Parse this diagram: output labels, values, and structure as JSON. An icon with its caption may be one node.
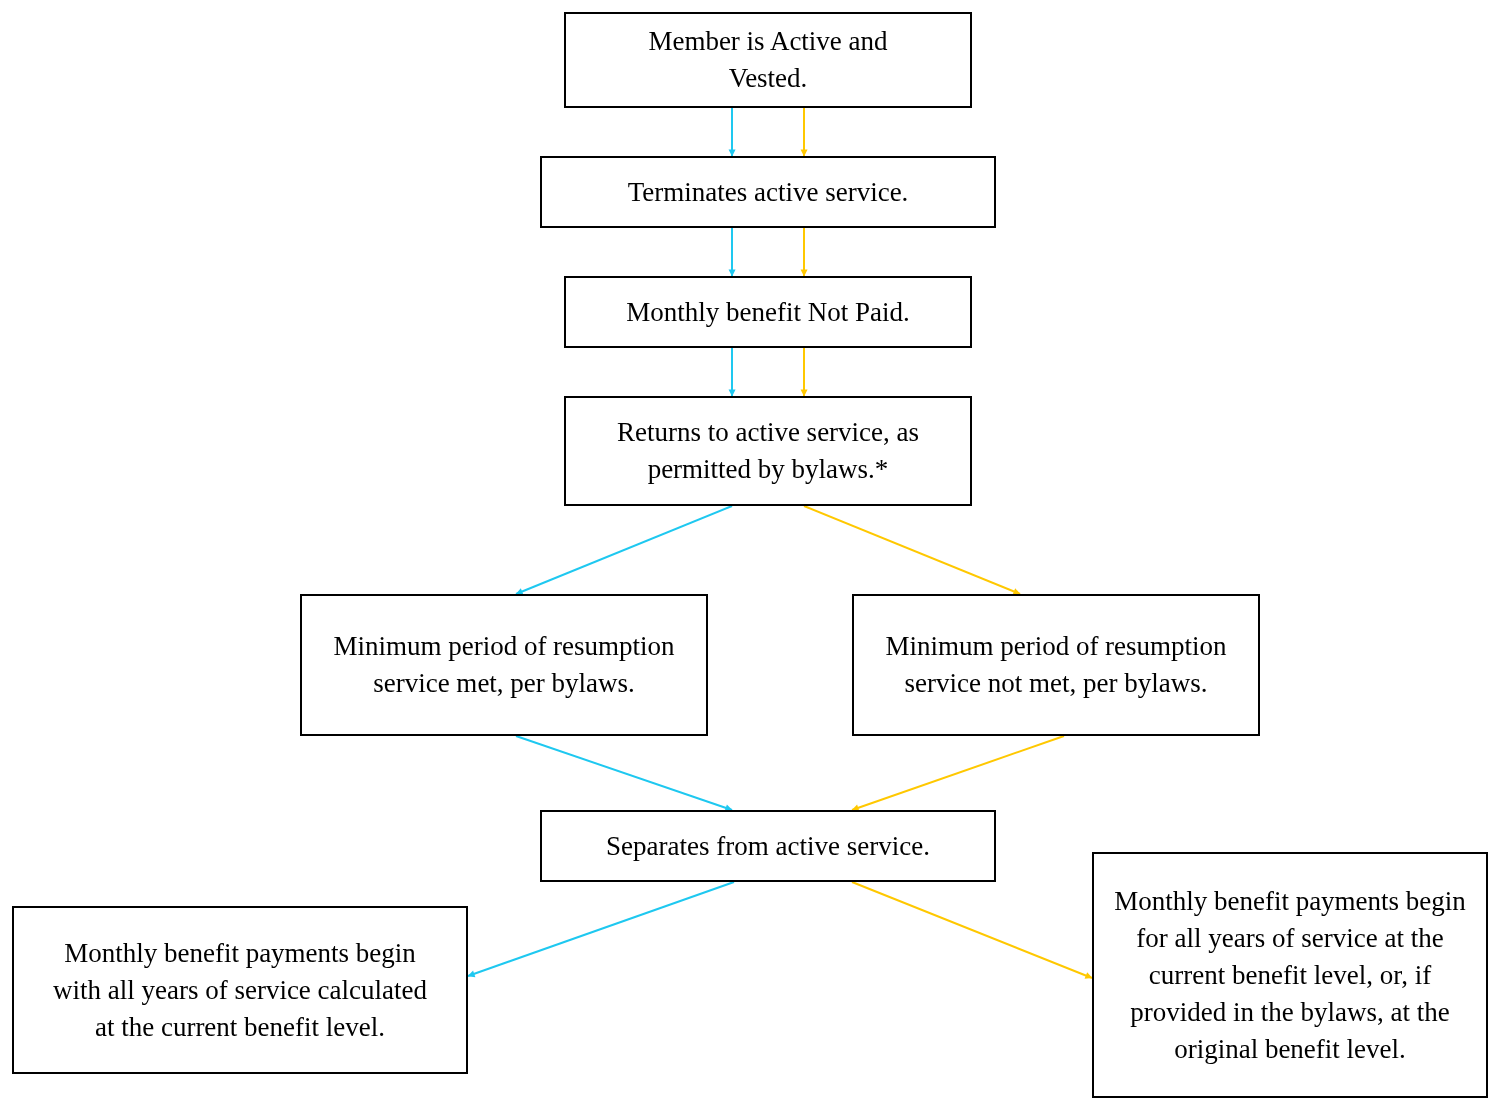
{
  "diagram": {
    "nodes": [
      {
        "text": [
          "Member is Active and Vested."
        ]
      },
      {
        "text": [
          "Terminates active service."
        ]
      },
      {
        "text": [
          "Monthly benefit Not Paid."
        ]
      },
      {
        "text": [
          "Returns to active service, as permitted by bylaws.*"
        ]
      },
      {
        "text": [
          "Minimum period of resumption service met, per bylaws."
        ]
      },
      {
        "text": [
          "Minimum period of resumption service not met, per bylaws."
        ]
      },
      {
        "text": [
          "Separates from active service."
        ]
      },
      {
        "text": [
          "Monthly benefit payments begin with all years of service calculated at the current benefit level."
        ]
      },
      {
        "text": [
          "Monthly benefit payments begin for all years of service at the current benefit level, or, if provided in the bylaws, at the original benefit level."
        ]
      }
    ],
    "edges": [
      {
        "from": 0,
        "to": 1,
        "arrow": "to",
        "color": "#1ec8f0"
      },
      {
        "from": 0,
        "to": 1,
        "arrow": "to",
        "color": "#ffc800"
      },
      {
        "from": 1,
        "to": 2,
        "arrow": "to",
        "color": "#1ec8f0"
      },
      {
        "from": 1,
        "to": 2,
        "arrow": "to",
        "color": "#ffc800"
      },
      {
        "from": 2,
        "to": 3,
        "arrow": "to",
        "color": "#1ec8f0"
      },
      {
        "from": 2,
        "to": 3,
        "arrow": "to",
        "color": "#ffc800"
      },
      {
        "from": 3,
        "to": 4,
        "arrow": "to",
        "color": "#1ec8f0"
      },
      {
        "from": 3,
        "to": 5,
        "arrow": "to",
        "color": "#ffc800"
      },
      {
        "from": 4,
        "to": 6,
        "arrow": "to",
        "color": "#1ec8f0"
      },
      {
        "from": 5,
        "to": 6,
        "arrow": "to",
        "color": "#ffc800"
      },
      {
        "from": 6,
        "to": 7,
        "arrow": "to",
        "color": "#1ec8f0"
      },
      {
        "from": 6,
        "to": 8,
        "arrow": "to",
        "color": "#ffc800"
      }
    ]
  }
}
